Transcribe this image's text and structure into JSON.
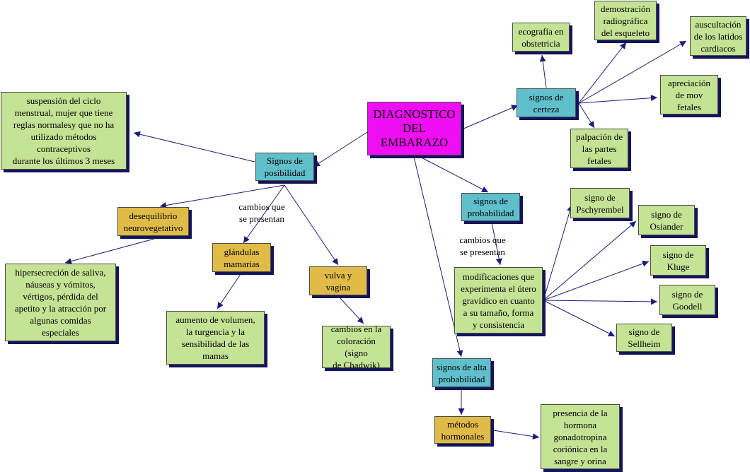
{
  "colors": {
    "root": "#f00ef4",
    "category": "#5fbfcb",
    "subcategory": "#e0bb47",
    "leaf": "#c4e394",
    "edge": "#1c1c7a"
  },
  "nodes": {
    "root": "DIAGNOSTICO\nDEL\nEMBARAZO",
    "certeza": "signos de\ncerteza",
    "ecografia": "ecografía en\nobstetricia",
    "radiografica": "demostración\nradiográfica\ndel esqueleto",
    "auscultacion": "auscultación\nde los latidos\ncardiacos",
    "apreciacion": "apreciación\nde mov\nfetales",
    "palpacion": "palpación de\nlas partes\nfetales",
    "posibilidad": "Signos de\nposibilidad",
    "suspension": "suspensión del ciclo\nmenstrual, mujer que tiene\nreglas normalesy que no ha\nutilizado métodos\ncontraceptivos\ndurante los últimos 3 meses",
    "desequilibrio": "desequilibrio\nneurovegetativo",
    "hipersecrecion": "hipersecreción de saliva,\nnáuseas y vómitos,\nvértigos, pérdida del\napetito y la atracción por\nalgunas comidas\nespeciales",
    "glandulas": "glándulas\nmamarias",
    "aumento": "aumento de volumen,\nla turgencia y la\nsensibilidad de las\nmamas",
    "vulva": "vulva y\nvagina",
    "coloracion": "cambios en la\ncoloración    (signo\nde Chadwik)",
    "probabilidad": "signos de\nprobabilidad",
    "modificaciones": "modificaciones que\nexperimenta el útero\ngravídico en cuanto\na su tamaño, forma\ny consistencia",
    "pschyrembel": "signo de\nPschyrembel",
    "osiander": "signo de\nOsiander",
    "kluge": "signo de\nKluge",
    "goodell": "signo de\nGoodell",
    "sellheim": "signo de\nSellheim",
    "alta": "signos de alta\nprobabilidad",
    "hormonales": "métodos\nhormonales",
    "presencia": "presencia de la\nhormona\ngonadotropina\ncoriónica en la\nsangre y orina"
  },
  "link_labels": {
    "posibilidad_cambios": "cambios  que\nse presentan",
    "probabilidad_cambios": "cambios  que\nse presentan"
  }
}
